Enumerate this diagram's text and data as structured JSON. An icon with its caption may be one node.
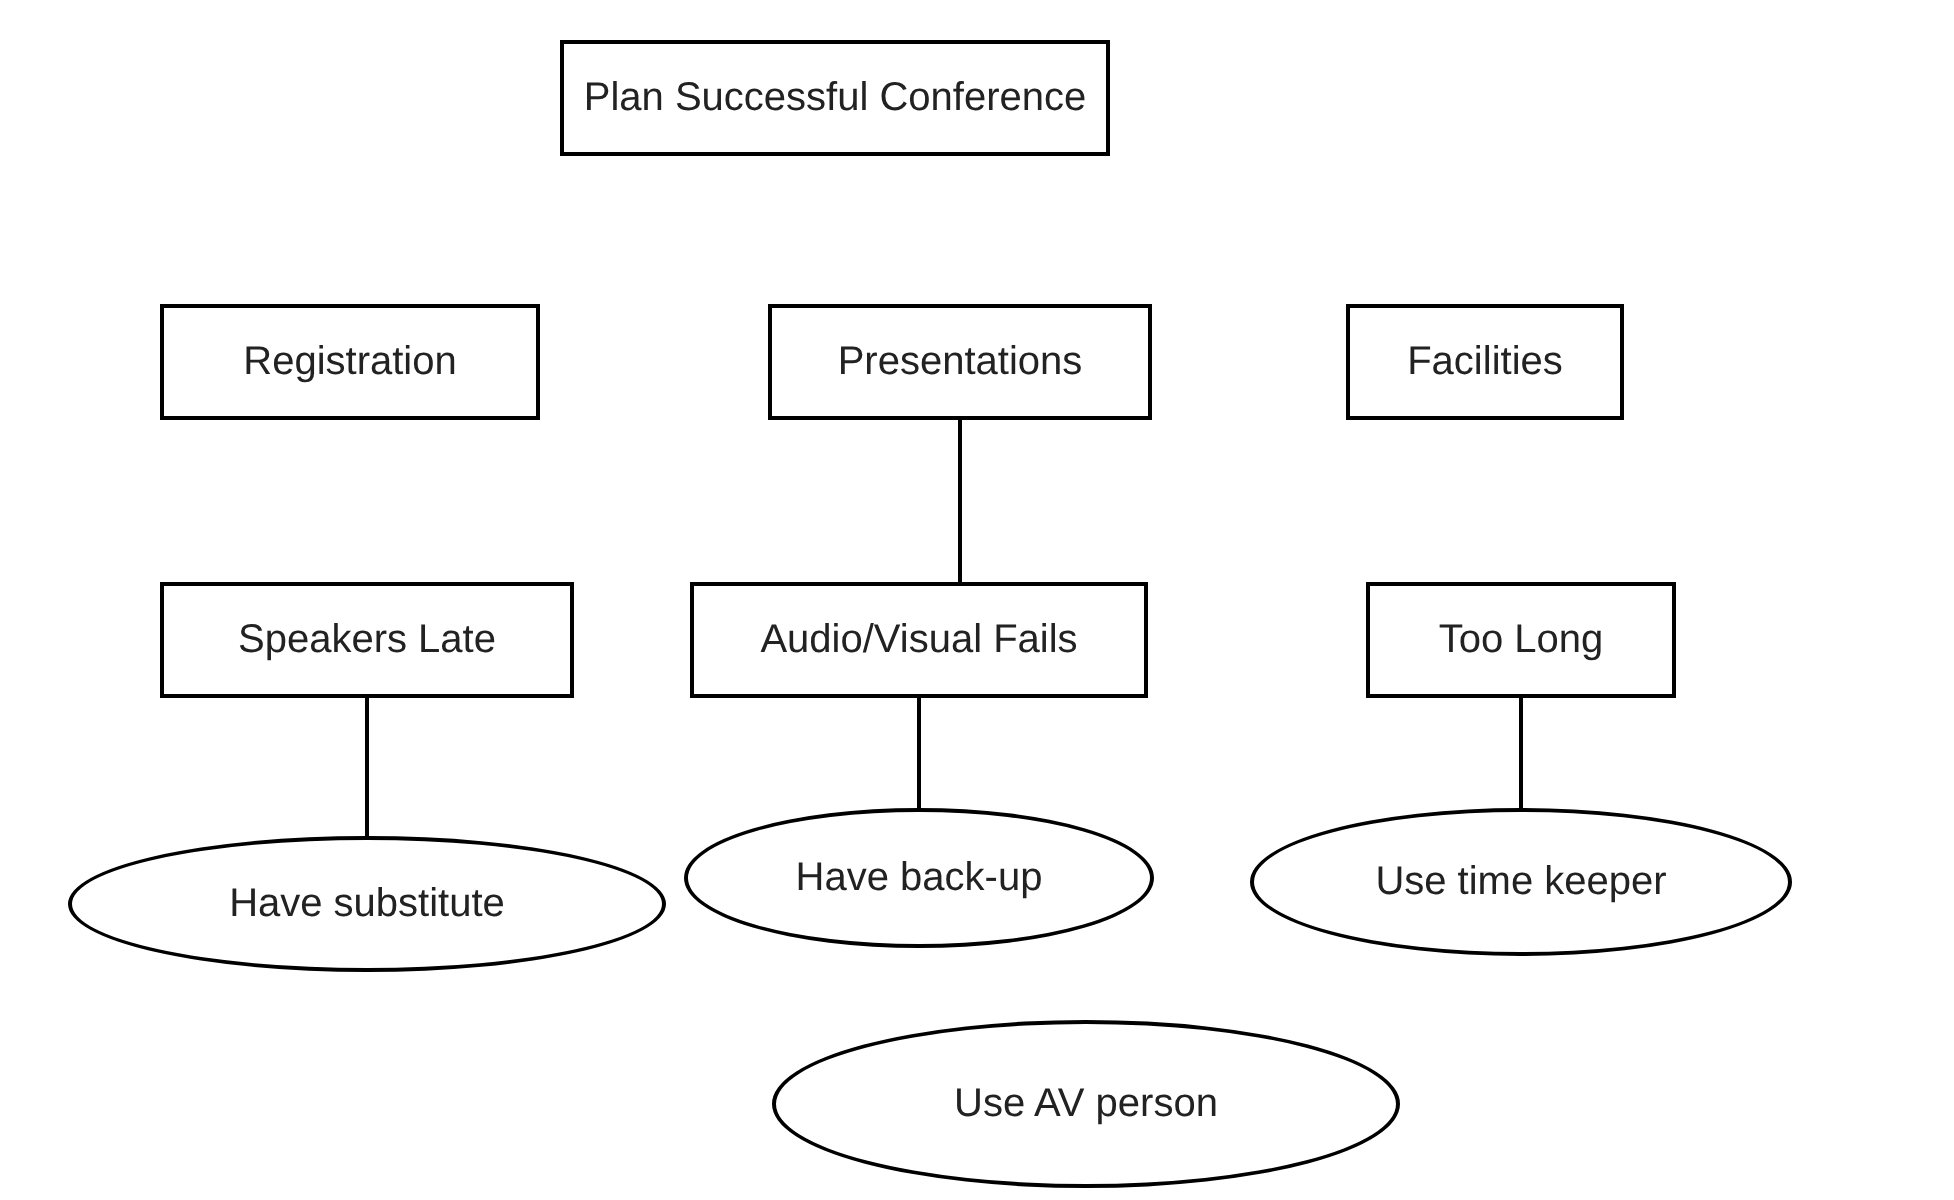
{
  "diagram": {
    "nodes": [
      {
        "text": [
          "Plan Successful Conference"
        ]
      },
      {
        "text": [
          "Registration"
        ]
      },
      {
        "text": [
          "Presentations"
        ]
      },
      {
        "text": [
          "Facilities"
        ]
      },
      {
        "text": [
          "Speakers Late"
        ]
      },
      {
        "text": [
          "Audio/Visual Fails"
        ]
      },
      {
        "text": [
          "Too Long"
        ]
      },
      {
        "text": [
          "Have substitute"
        ]
      },
      {
        "text": [
          "Have back-up"
        ]
      },
      {
        "text": [
          "Use time keeper"
        ]
      },
      {
        "text": [
          "Use AV person"
        ]
      }
    ],
    "edges": [
      {
        "from": 2,
        "to": 5,
        "arrow": "none"
      },
      {
        "from": 4,
        "to": 7,
        "arrow": "none"
      },
      {
        "from": 5,
        "to": 8,
        "arrow": "none"
      },
      {
        "from": 6,
        "to": 9,
        "arrow": "none"
      }
    ]
  }
}
